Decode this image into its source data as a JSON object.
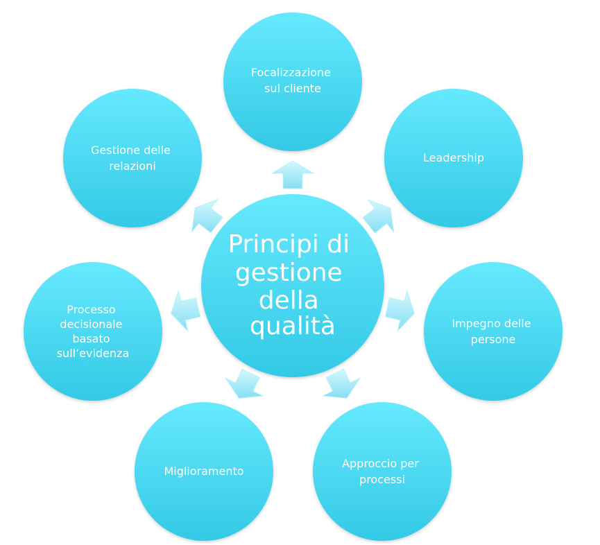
{
  "center": {
    "lines": [
      "Principi di",
      "gestione",
      "della",
      "qualità"
    ]
  },
  "nodes": [
    {
      "id": "focalizzazione",
      "lines": [
        "Focalizzazione",
        "sul cliente"
      ]
    },
    {
      "id": "leadership",
      "lines": [
        "Leadership"
      ]
    },
    {
      "id": "impegno",
      "lines": [
        "Impegno delle",
        "persone"
      ]
    },
    {
      "id": "approccio",
      "lines": [
        "Approccio per",
        "processi"
      ]
    },
    {
      "id": "miglioramento",
      "lines": [
        "Miglioramento"
      ]
    },
    {
      "id": "processo",
      "lines": [
        "Processo",
        "decisionale",
        "basato",
        "sull’evidenza"
      ]
    },
    {
      "id": "gestione",
      "lines": [
        "Gestione delle",
        "relazioni"
      ]
    }
  ],
  "colors": {
    "circle_light": "#62e6fb",
    "circle_dark": "#34cbe8",
    "arrow_light": "#c9f6fd",
    "arrow_dark": "#8fe3f6",
    "text": "#ffffff"
  }
}
